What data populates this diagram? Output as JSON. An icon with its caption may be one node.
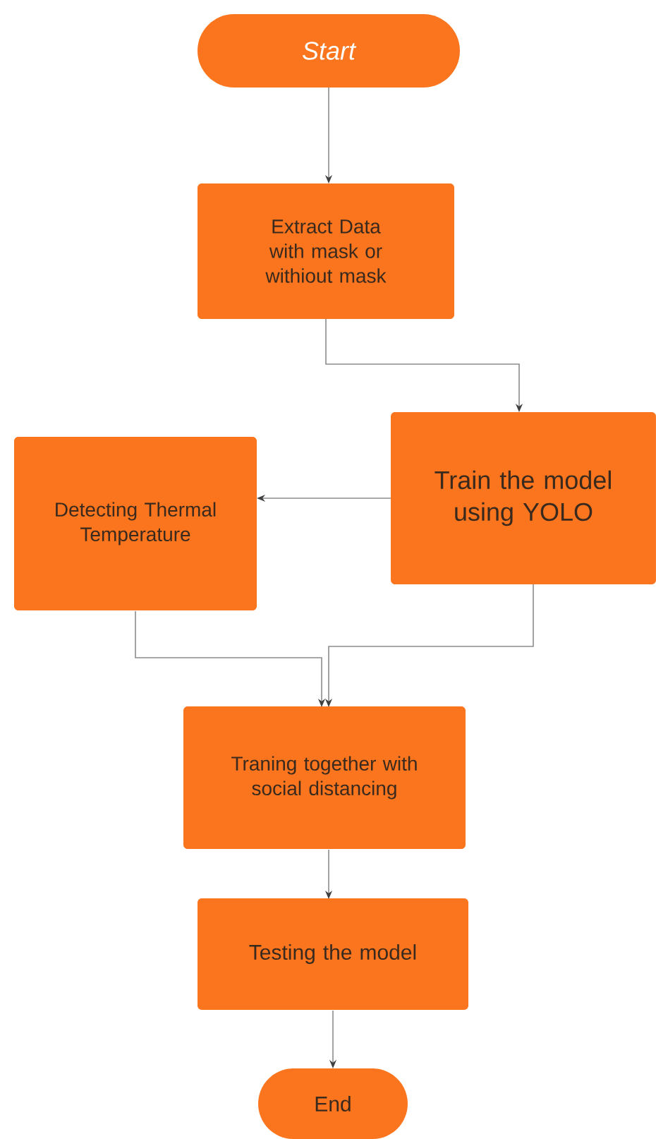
{
  "diagram": {
    "nodes": [
      {
        "text": [
          "Start"
        ]
      },
      {
        "text": [
          "Extract Data with mask or withiout mask"
        ]
      },
      {
        "text": [
          "Detecting Thermal Temperature"
        ]
      },
      {
        "text": [
          "Train the model using YOLO"
        ]
      },
      {
        "text": [
          "Traning together with social distancing"
        ]
      },
      {
        "text": [
          "Testing the model"
        ]
      },
      {
        "text": [
          "End"
        ]
      }
    ],
    "edges": [
      {
        "from": 0,
        "to": 1,
        "arrow": "to"
      },
      {
        "from": 1,
        "to": 3,
        "arrow": "to"
      },
      {
        "from": 3,
        "to": 2,
        "arrow": "to"
      },
      {
        "from": 2,
        "to": 4,
        "arrow": "to"
      },
      {
        "from": 3,
        "to": 4,
        "arrow": "to"
      },
      {
        "from": 4,
        "to": 5,
        "arrow": "to"
      },
      {
        "from": 5,
        "to": 6,
        "arrow": "to"
      }
    ]
  }
}
